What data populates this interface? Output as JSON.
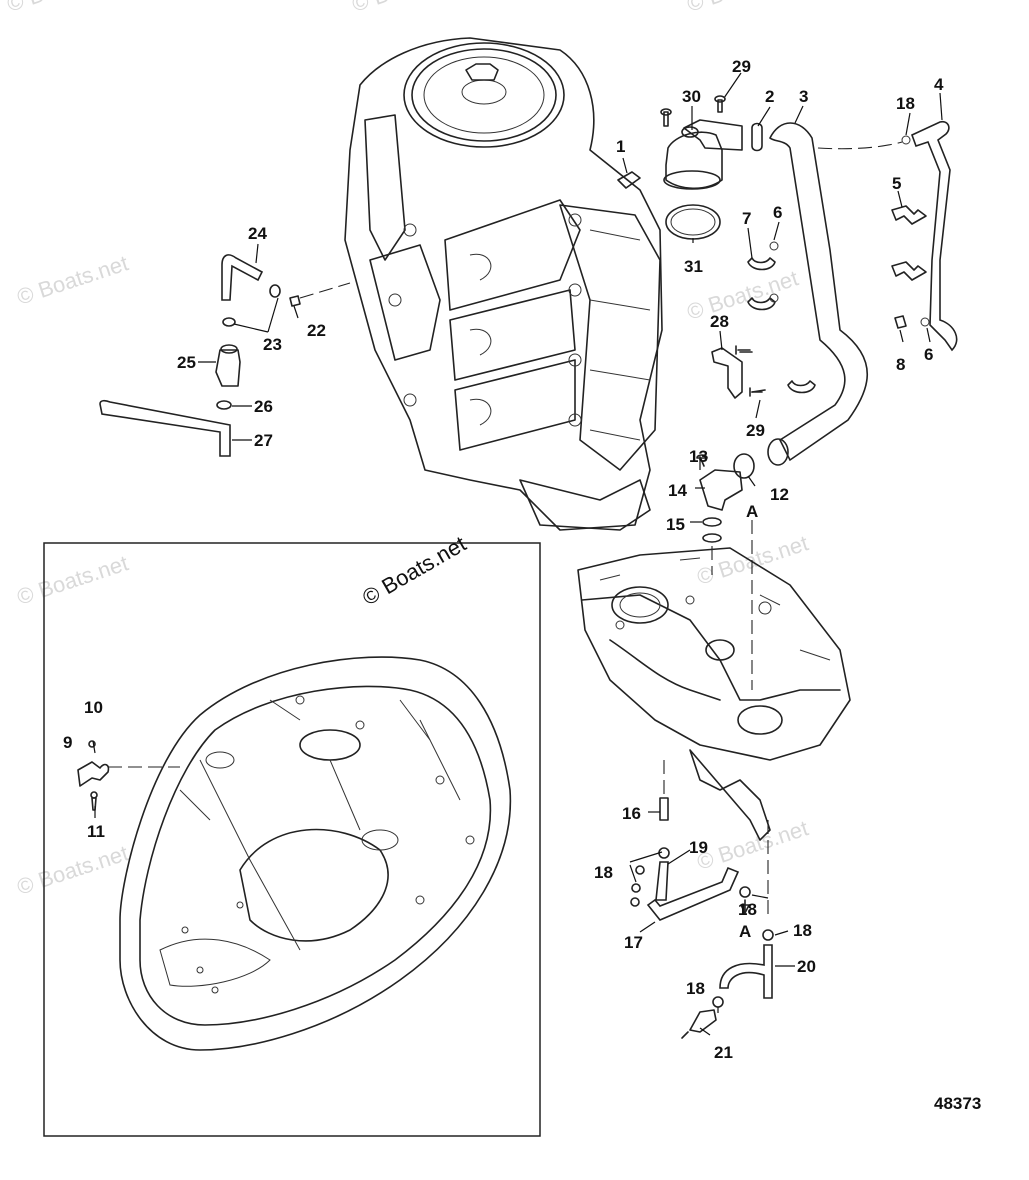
{
  "diagram_id": "48373",
  "copyright": "© Boats.net",
  "watermark_text": "© Boats.net",
  "detail_marker": "A",
  "callouts": [
    "1",
    "2",
    "3",
    "4",
    "5",
    "6",
    "7",
    "8",
    "9",
    "10",
    "11",
    "12",
    "13",
    "14",
    "15",
    "16",
    "17",
    "18",
    "19",
    "20",
    "21",
    "22",
    "23",
    "24",
    "25",
    "26",
    "27",
    "28",
    "29",
    "30",
    "31"
  ]
}
